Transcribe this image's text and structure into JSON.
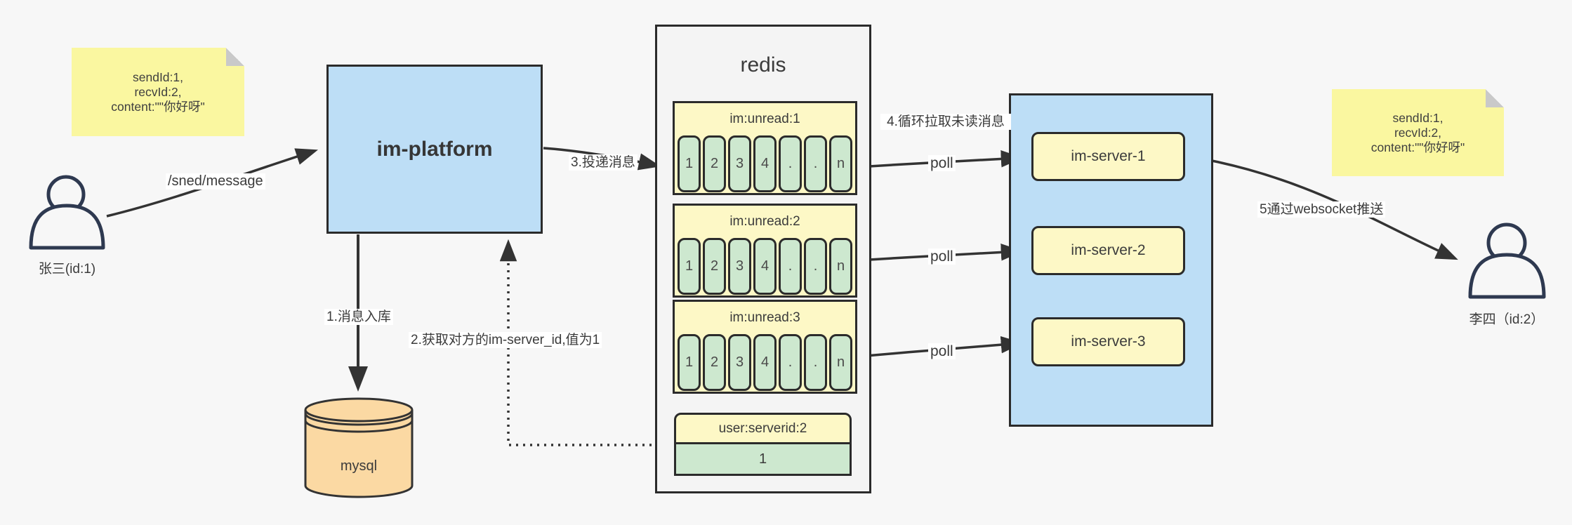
{
  "notes": {
    "left": {
      "line1": "sendId:1,",
      "line2": "recvId:2,",
      "line3": "content:\"\"你好呀\""
    },
    "right": {
      "line1": "sendId:1,",
      "line2": "recvId:2,",
      "line3": "content:\"\"你好呀\""
    }
  },
  "actors": {
    "sender": {
      "label": "张三(id:1)"
    },
    "receiver": {
      "label": "李四（id:2）"
    }
  },
  "platform": {
    "label": "im-platform"
  },
  "database": {
    "label": "mysql"
  },
  "redis": {
    "title": "redis",
    "queues": [
      {
        "title": "im:unread:1",
        "cells": [
          "1",
          "2",
          "3",
          "4",
          ".",
          ".",
          "n"
        ]
      },
      {
        "title": "im:unread:2",
        "cells": [
          "1",
          "2",
          "3",
          "4",
          ".",
          ".",
          "n"
        ]
      },
      {
        "title": "im:unread:3",
        "cells": [
          "1",
          "2",
          "3",
          "4",
          ".",
          ".",
          "n"
        ]
      }
    ],
    "kv": {
      "title": "user:serverid:2",
      "value": "1"
    }
  },
  "server_group": {
    "servers": [
      "im-server-1",
      "im-server-2",
      "im-server-3"
    ]
  },
  "edges": {
    "send": "/sned/message",
    "store": "1.消息入库",
    "lookup": "2.获取对方的im-server_id,值为1",
    "deliver": "3.投递消息",
    "pull": "4.循环拉取未读消息",
    "poll": "poll",
    "push": "5通过websocket推送"
  },
  "colors": {
    "background": "#f7f7f7",
    "blue_fill": "#bddef6",
    "yellow_note": "#faf7a0",
    "pale_yellow": "#fdf8c6",
    "green_cell": "#cde8cf",
    "tan_db": "#fbd9a3",
    "line": "#333333",
    "person_stroke": "#2e3950"
  }
}
